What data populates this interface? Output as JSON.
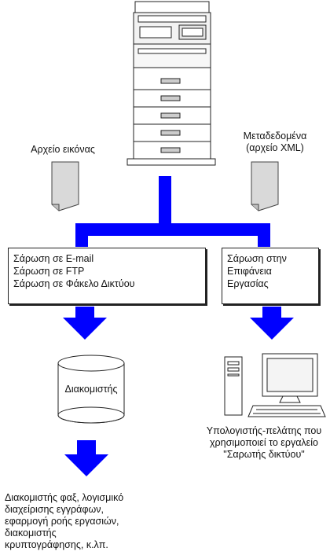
{
  "labels": {
    "image_file": "Αρχείο εικόνας",
    "metadata_file": "Μεταδεδομένα\n(αρχείο XML)",
    "server_caption": "Διακομιστής",
    "client_caption": "Υπολογιστής-πελάτης που\nχρησιμοποιεί το εργαλείο\n\"Σαρωτής δικτύου\"",
    "server_examples": "Διακομιστής φαξ, λογισμικό\nδιαχείρισης εγγράφων,\nεφαρμογή ροής εργασιών,\nδιακομιστής\nκρυπτογράφησης, κ.λπ."
  },
  "left_box": {
    "lines": [
      "Σάρωση σε E-mail",
      "Σάρωση σε FTP",
      "Σάρωση σε Φάκελο Δικτύου"
    ]
  },
  "right_box": {
    "lines": [
      "Σάρωση στην",
      "Επιφάνεια",
      "Εργασίας"
    ]
  },
  "colors": {
    "arrow_blue": "#0000ff",
    "doc_fill": "#d9d9d9",
    "outline": "#222222"
  },
  "icons": {
    "mfp": "multifunction-printer-icon",
    "doc": "document-icon",
    "server": "database-cylinder-icon",
    "pc": "desktop-computer-icon"
  }
}
